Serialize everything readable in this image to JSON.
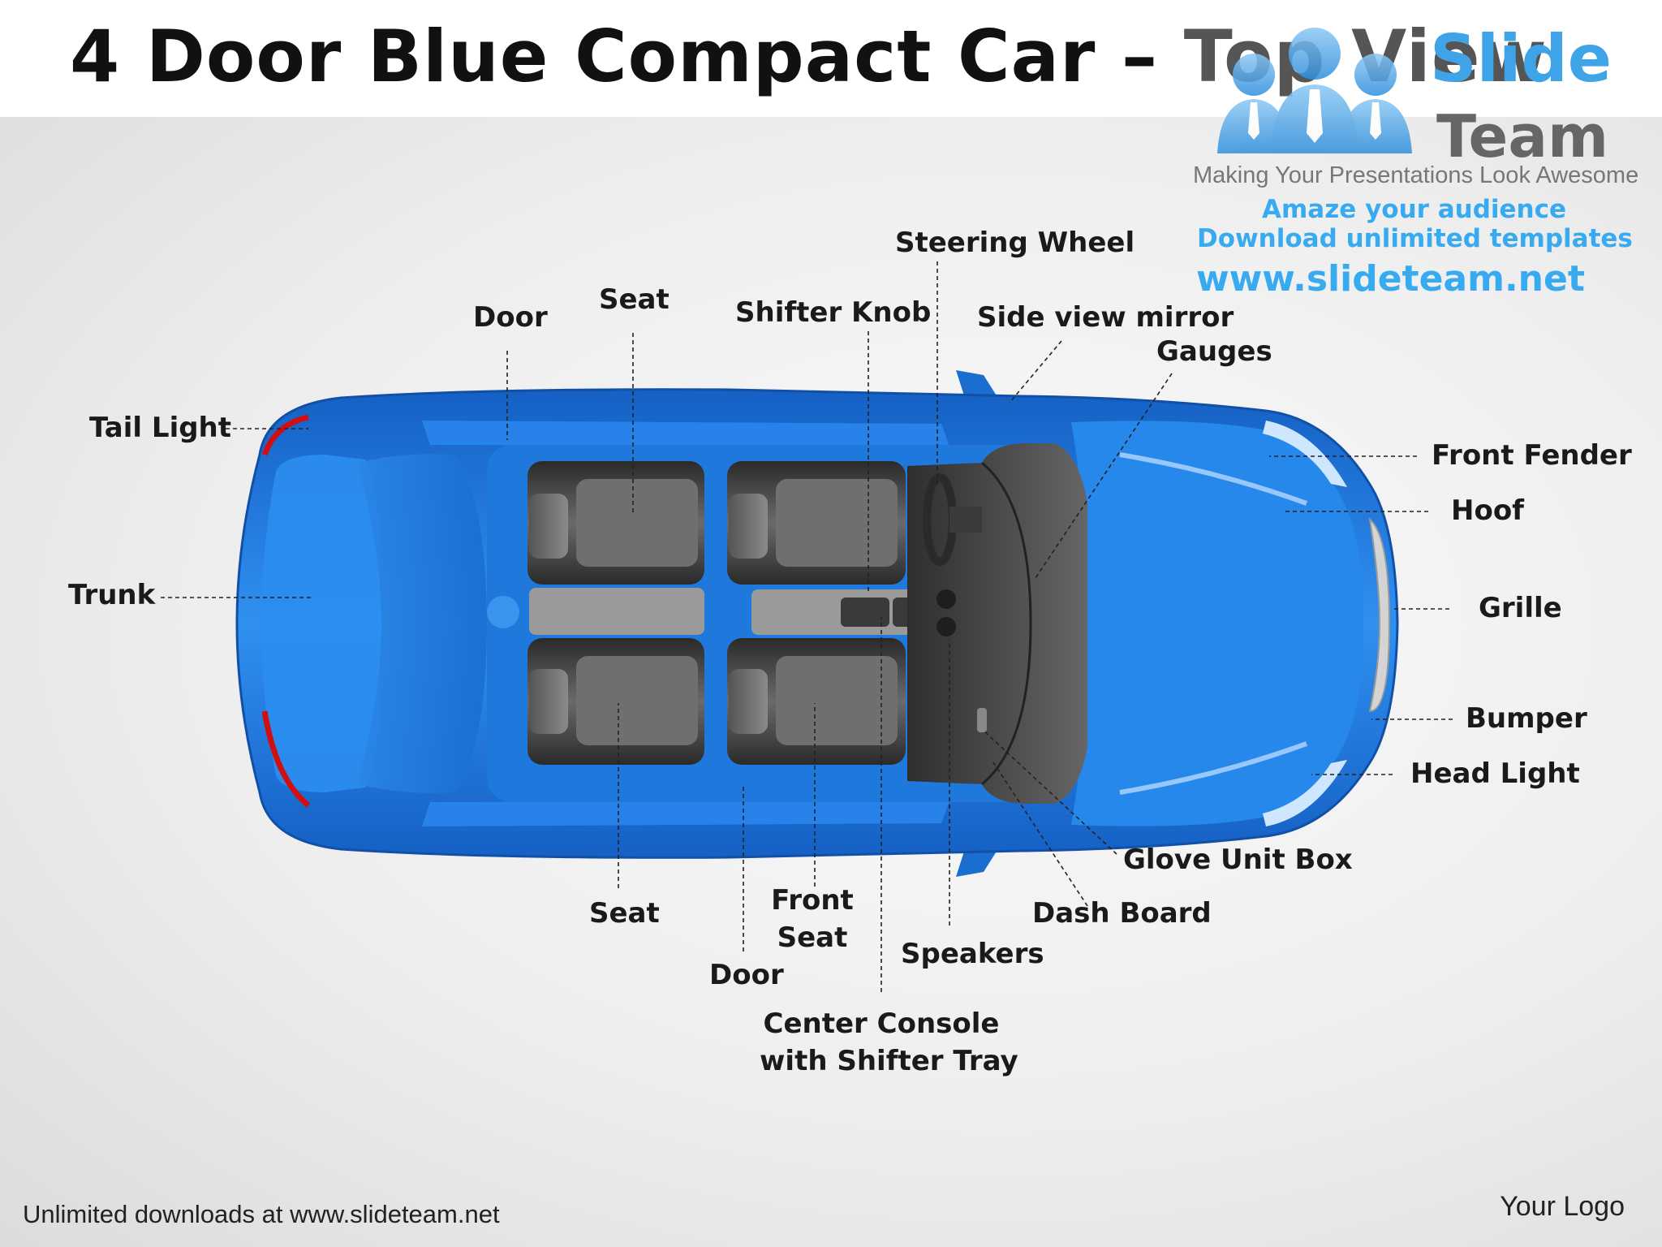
{
  "title": {
    "main": "4 Door Blue Compact Car – ",
    "sub": "Top View"
  },
  "branding": {
    "logo_word1": "Slide",
    "logo_word2": "Team",
    "tagline": "Making Your Presentations Look Awesome",
    "promo_line1": "Amaze your audience",
    "promo_line2": "Download unlimited templates",
    "promo_url": "www.slideteam.net",
    "brand_color": "#3fa3e8"
  },
  "car": {
    "body_color": "#1e7fe0",
    "interior_color": "#3a3a3a",
    "tail_light_color": "#d01010"
  },
  "labels": {
    "steering_wheel": "Steering Wheel",
    "seat_top": "Seat",
    "door_top": "Door",
    "shifter_knob": "Shifter Knob",
    "side_view_mirror": "Side view mirror",
    "gauges": "Gauges",
    "tail_light": "Tail Light",
    "trunk": "Trunk",
    "front_fender": "Front Fender",
    "hoof": "Hoof",
    "grille": "Grille",
    "bumper": "Bumper",
    "head_light": "Head Light",
    "glove_unit_box": "Glove Unit Box",
    "dash_board": "Dash Board",
    "speakers": "Speakers",
    "seat_bottom": "Seat",
    "front_seat_line1": "Front",
    "front_seat_line2": "Seat",
    "door_bottom": "Door",
    "center_console_line1": "Center Console",
    "center_console_line2": "with Shifter Tray"
  },
  "footer": {
    "left": "Unlimited downloads at www.slideteam.net",
    "right": "Your Logo"
  }
}
